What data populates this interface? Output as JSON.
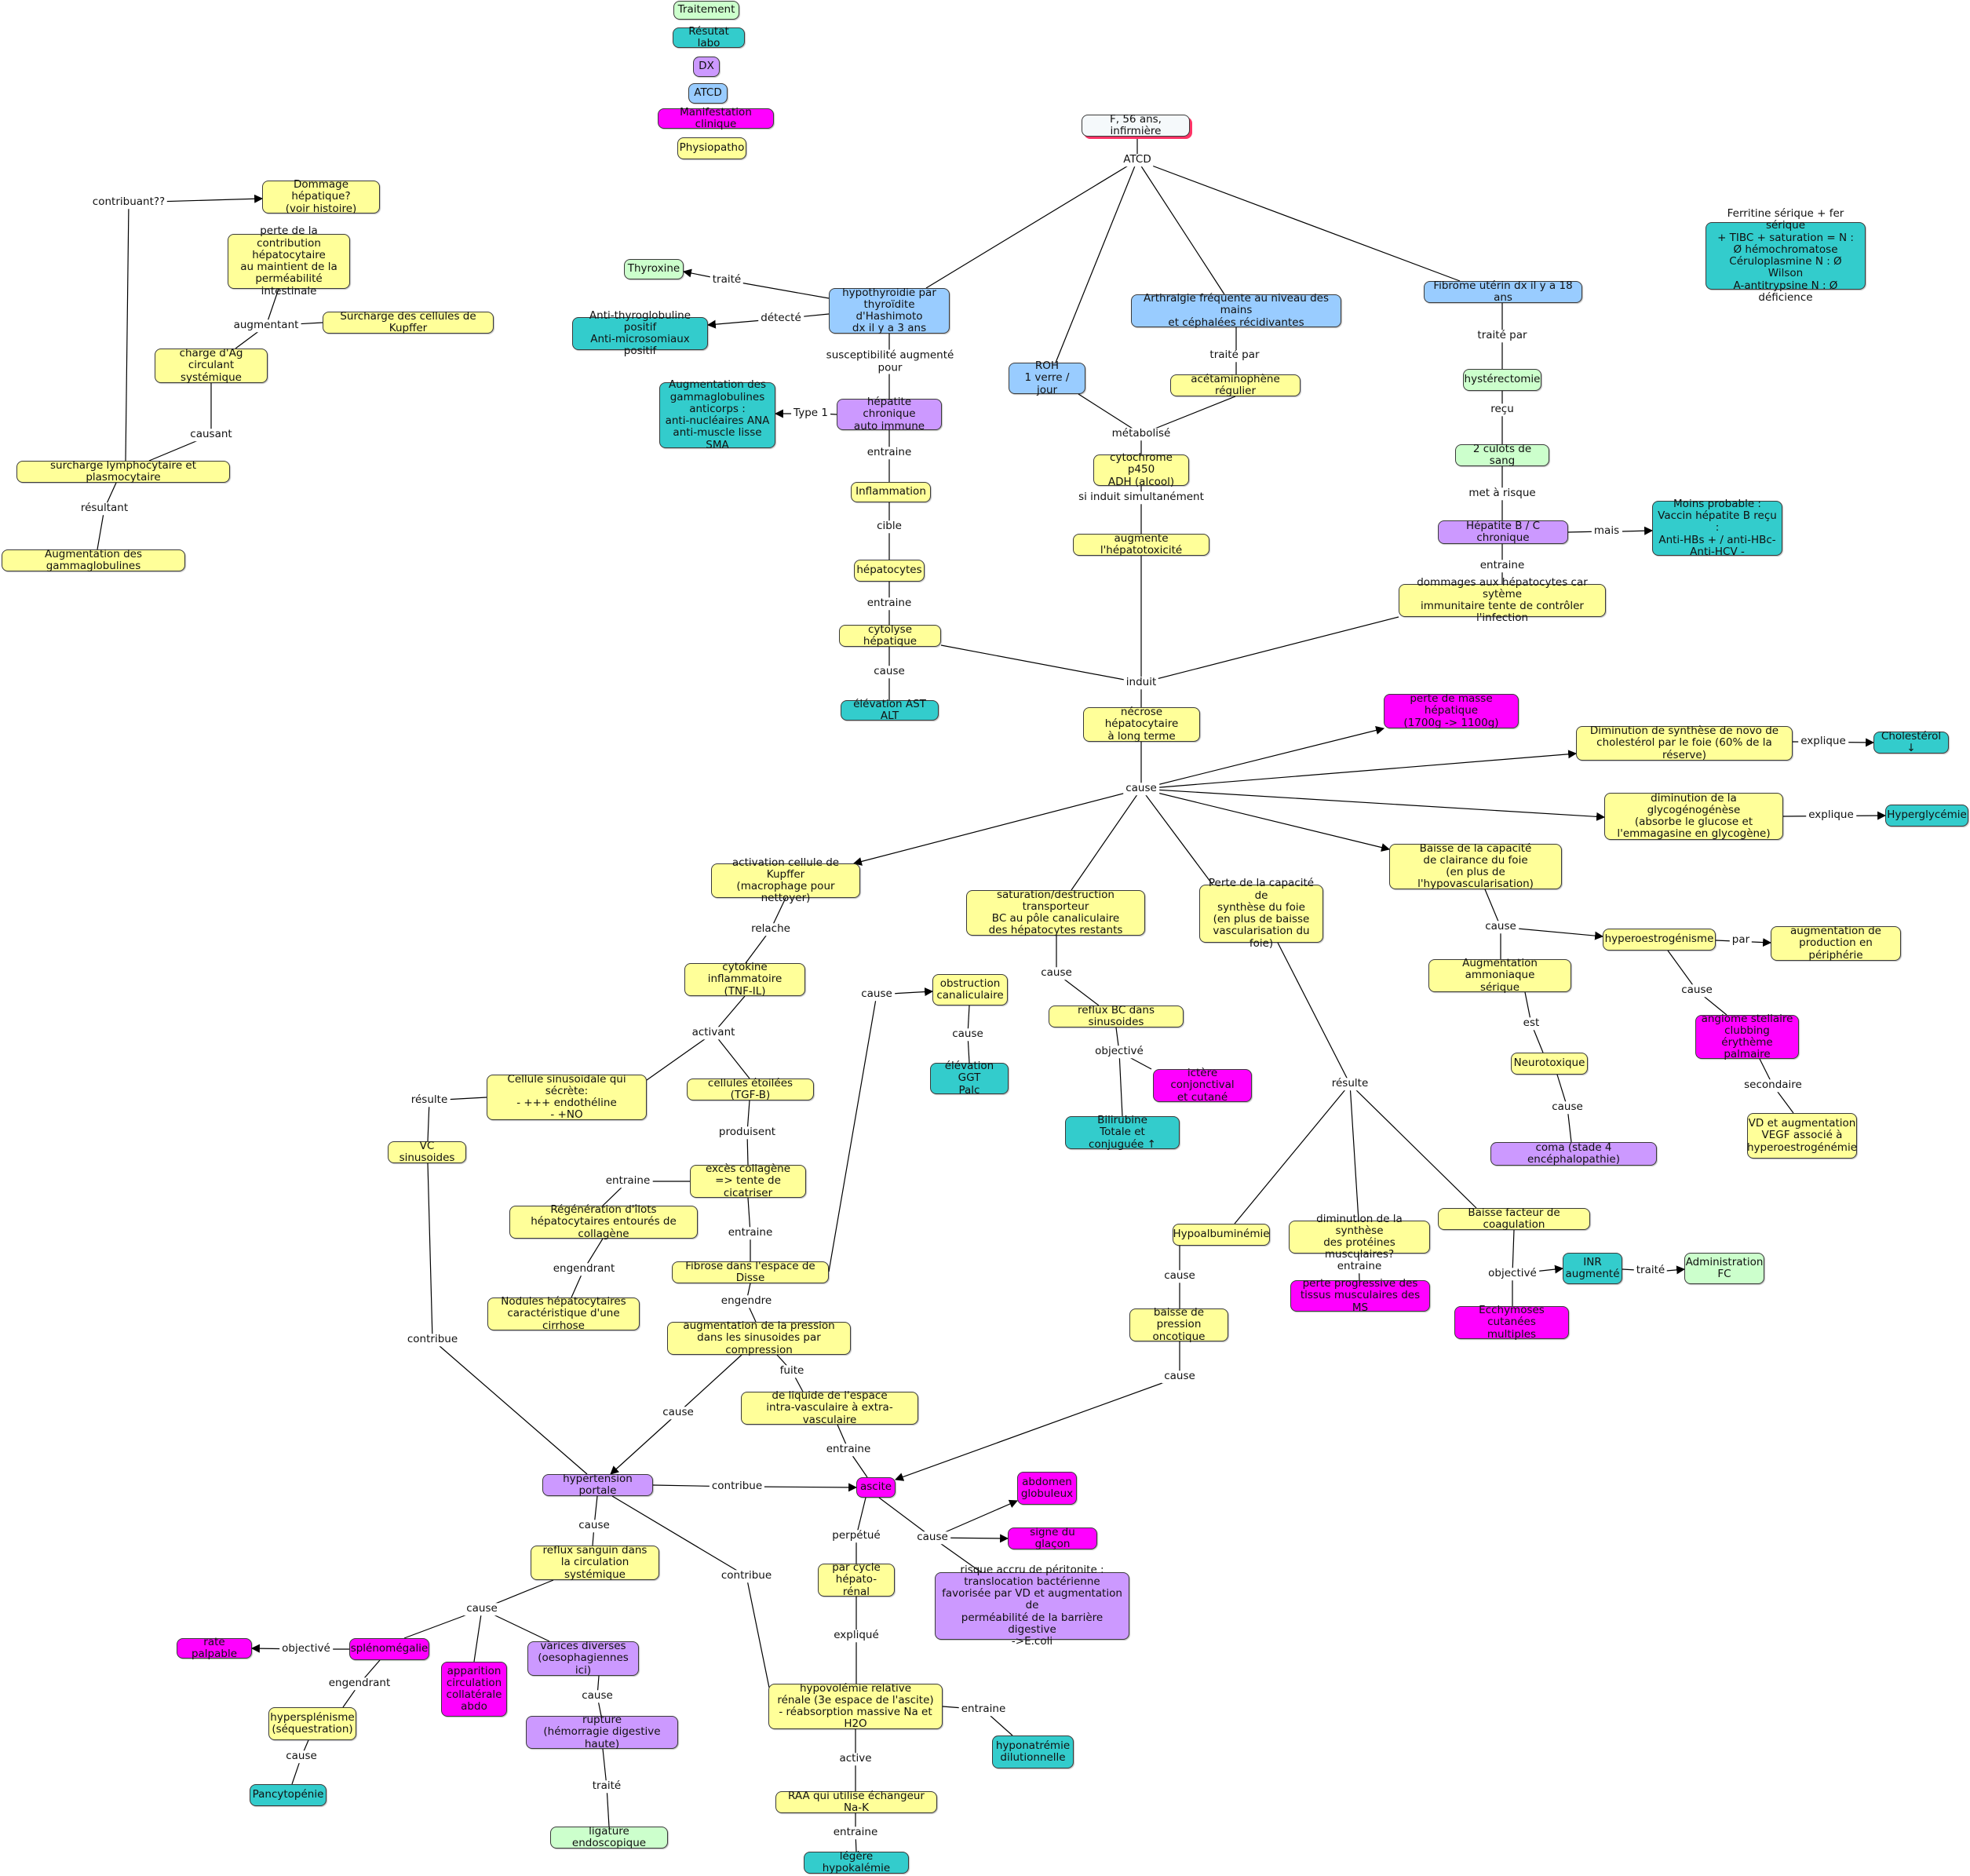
{
  "legend": {
    "traitement": "Traitement",
    "labo": "Résutat labo",
    "dx": "DX",
    "atcd": "ATCD",
    "manifestation": "Manifestation clinique",
    "physio": "Physiopatho"
  },
  "colors": {
    "physiopatho": "#ffff99",
    "traitement": "#ccffcc",
    "resultat_labo": "#33cccc",
    "dx": "#cc99ff",
    "atcd": "#99ccff",
    "manifestation": "#ff00ff"
  },
  "nodes": {
    "patient": "F, 56 ans, infirmière",
    "hypothyroidie": "hypothyroidie par\nthyroïdite d'Hashimoto\ndx il y a 3 ans",
    "thyroxine": "Thyroxine",
    "anti_thyro": "Anti-thyroglobuline positif\nAnti-microsomiaux positif",
    "hepatite_ai": "hépatite chronique\nauto immune",
    "gamma_anticorps": "Augmentation des\ngammaglobulines\nanticorps :\nanti-nucléaires ANA\nanti-muscle lisse SMA",
    "inflammation": "Inflammation",
    "hepatocytes": "hépatocytes",
    "cytolyse": "cytolyse hépatique",
    "ast_alt": "élévation AST ALT",
    "roh": "ROH\n1 verre / jour",
    "arthralgie": "Arthralgie fréquente au niveau des mains\net céphalées récidivantes",
    "acetaminophene": "acétaminophène régulier",
    "cyp450": "cytochrome p450\nADH (alcool)",
    "hepatotox": "augmente l'hépatotoxicité",
    "fibrome": "Fibrome utérin dx il y a 18 ans",
    "hysterectomie": "hystérectomie",
    "culots": "2 culots de sang",
    "hepatite_bc": "Hépatite B / C chronique",
    "moins_probable": "Moins probable :\nVaccin hépatite B reçu :\nAnti-HBs + / anti-HBc-\nAnti-HCV -",
    "dommages": "dommages aux hépatocytes car sytème\nimmunitaire tente de contrôler l'infection",
    "ferritine": "Ferritine sérique + fer sérique\n+ TIBC + saturation = N :\nØ hémochromatose\nCéruloplasmine N : Ø Wilson\nA-antitrypsine N : Ø déficience",
    "necrose": "nécrose hépatocytaire\nà long terme",
    "perte_masse": "perte de masse hépatique\n(1700g -> 1100g)",
    "dim_chol": "Diminution de synthèse de novo de\ncholestérol par le foie (60% de la réserve)",
    "cholesterol": "Cholestérol ↓",
    "dim_glyco": "diminution de la glycogénogénèse\n(absorbe le glucose et\nl'emmagasine en glycogène)",
    "hyperglycemie": "Hyperglycémie",
    "baisse_clairance": "Baisse de la capacité\nde clairance du foie\n(en plus de l'hypovascularisation)",
    "hyperoestro": "hyperoestrogénisme",
    "aug_production": "augmentation de\nproduction en périphérie",
    "angiome": "angiome stellaire\nclubbing\nérythème palmaire",
    "vd_vegf": "VD et augmentation\nVEGF associé à\nhyperoestrogénémie",
    "ammoniaque": "Augmentation ammoniaque\nsérique",
    "neurotoxique": "Neurotoxique",
    "coma": "coma (stade 4 encéphalopathie)",
    "perte_synthese": "Perte de la capacité de\nsynthèse du foie\n(en plus de baisse\nvascularisation du foie)",
    "hypoalbuminemie": "Hypoalbuminémie",
    "baisse_pression": "baisse de pression\noncotique",
    "dim_proteines": "diminution de la synthèse\ndes protéines musculaires?",
    "perte_tissus": "perte progressive des\ntissus musculaires des MS",
    "baisse_coag": "Baisse facteur de coagulation",
    "inr": "INR\naugmenté",
    "admin_fc": "Administration\nFC",
    "ecchymoses": "Ecchymoses cutanées\nmultiples",
    "saturation_bc": "saturation/destruction transporteur\nBC au pôle canaliculaire\ndes hépatocytes restants",
    "obstruction": "obstruction\ncanaliculaire",
    "ggt": "élévation GGT\nPalc",
    "reflux_bc": "reflux BC dans sinusoides",
    "ictere": "ictère conjonctival\net cutané",
    "bilirubine": "Bilirubine\nTotale et conjuguée ↑",
    "kupffer": "activation cellule de Kupffer\n(macrophage pour nettoyer)",
    "cytokine": "cytokine inflammatoire\n(TNF-IL)",
    "cellule_sinus": "Cellule sinusoidale qui sécrète:\n- +++ endothéline\n- +NO",
    "vc_sinus": "VC sinusoides",
    "etoilees": "cellules étoilées (TGF-B)",
    "collagene": "excès collagène\n=> tente de cicatriser",
    "regeneration": "Régénération d'îlots\nhépatocytaires entourés de collagène",
    "nodules": "Nodules hépatocytaires\ncaractéristique d'une cirrhose",
    "fibrose": "Fibrose dans l'espace de Disse",
    "aug_pression": "augmentation de la pression\ndans les sinusoides par compression",
    "liquide": "de liquide de l'espace\nintra-vasculaire à extra-vasculaire",
    "hta_portale": "hypertension portale",
    "ascite": "ascite",
    "abdomen": "abdomen\nglobuleux",
    "glacon": "signe du glaçon",
    "peritonite": "risque accru de péritonite :\ntranslocation bactérienne\nfavorisée par VD et augmentation de\nperméabilité de la barrière digestive\n->E.coli",
    "cycle": "par cycle\nhépato-rénal",
    "hypovolemie": "hypovolémie relative\nrénale (3e espace de l'ascite)\n- réabsorption massive Na et H2O",
    "hyponatremie": "hyponatrémie\ndilutionnelle",
    "raa": "RAA qui utilise échangeur Na-K",
    "hypokaliemie": "légère hypokalémie",
    "reflux_sanguin": "reflux sanguin dans\nla circulation systémique",
    "splenomegalie": "splénomégalie",
    "rate": "rate palpable",
    "hypersplenisme": "hypersplénisme\n(séquestration)",
    "pancytopenie": "Pancytopénie",
    "circulation_coll": "apparition\ncirculation\ncollatérale\nabdo",
    "varices": "varices diverses\n(oesophagiennes ici)",
    "rupture": "rupture\n(hémorragie digestive haute)",
    "ligature": "ligature endoscopique",
    "dommage_hep": "Dommage hépatique?\n(voir histoire)",
    "perte_contribution": "perte de la contribution\nhépatocytaire\nau maintient de la\nperméabilité intestinale",
    "surcharge_kupffer": "Surcharge des cellules de Kupffer",
    "charge_ag": "charge d'Ag circulant\nsystémique",
    "surcharge_lympho": "surcharge lymphocytaire et plasmocytaire",
    "aug_gamma": "Augmentation des gammaglobulines"
  },
  "labels": {
    "atcd": "ATCD",
    "traite_thy": "traité",
    "detecte": "détecté",
    "susceptibilite": "susceptibilité augmenté\npour",
    "type1": "Type 1",
    "entraine_infl": "entraine",
    "cible": "cible",
    "entraine_cyto": "entraine",
    "cause_ast": "cause",
    "metabolise": "métabolisé",
    "si_induit": "si induit simultanément",
    "traite_par_acet": "traité par",
    "traite_par_hyst": "traité par",
    "recu": "reçu",
    "met_risque": "met à risque",
    "mais": "mais",
    "entraine_dom": "entraine",
    "induit": "induit",
    "cause_main": "cause",
    "explique_chol": "explique",
    "explique_glyc": "explique",
    "cause_clair": "cause",
    "par": "par",
    "cause_angiome": "cause",
    "secondaire": "secondaire",
    "est": "est",
    "cause_coma": "cause",
    "resulte_synth": "résulte",
    "cause_hypoalb": "cause",
    "cause_oncot": "cause",
    "entraine_prot": "entraine",
    "objective_inr": "objectivé",
    "traite_inr": "traité",
    "cause_sat": "cause",
    "cause_ggt": "cause",
    "objective_bili": "objectivé",
    "cause_fibrose": "cause",
    "relache": "relache",
    "activant": "activant",
    "resulte_vc": "résulte",
    "produisent": "produisent",
    "entraine_regen": "entraine",
    "engendrant_nod": "engendrant",
    "entraine_fib": "entraine",
    "engendre": "engendre",
    "fuite": "fuite",
    "entraine_asc": "entraine",
    "cause_hta": "cause",
    "contribue_vc": "contribue",
    "contribue_asc": "contribue",
    "contribue_hypo": "contribue",
    "cause_reflux": "cause",
    "cause_asc": "cause",
    "perpetue": "perpétué",
    "explique_cycle": "expliqué",
    "entraine_hyponat": "entraine",
    "active": "active",
    "entraine_k": "entraine",
    "cause_spleno": "cause",
    "objective_rate": "objectivé",
    "engendrant_hyper": "engendrant",
    "cause_pancy": "cause",
    "cause_rupture": "cause",
    "traite_lig": "traité",
    "contribuant": "contribuant??",
    "augmentant": "augmentant",
    "causant": "causant",
    "resultant": "résultant"
  }
}
